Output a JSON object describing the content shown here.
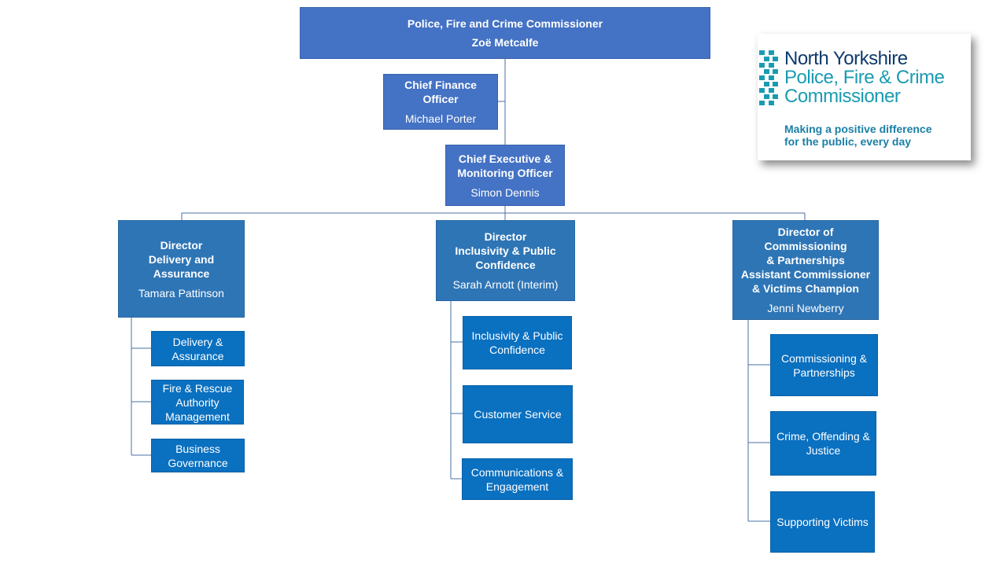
{
  "org_chart": {
    "commissioner": {
      "title": "Police, Fire and Crime Commissioner",
      "name": "Zoë Metcalfe"
    },
    "cfo": {
      "title": "Chief Finance Officer",
      "name": "Michael Porter"
    },
    "chief_exec": {
      "title": "Chief Executive &\nMonitoring Officer",
      "name": "Simon Dennis"
    },
    "directors": [
      {
        "title": "Director\nDelivery and Assurance",
        "name": "Tamara Pattinson",
        "teams": [
          "Delivery &\nAssurance",
          "Fire & Rescue\nAuthority\nManagement",
          "Business\nGovernance"
        ]
      },
      {
        "title": "Director\nInclusivity & Public\nConfidence",
        "name": "Sarah Arnott  (Interim)",
        "teams": [
          "Inclusivity & Public\nConfidence",
          "Customer Service",
          "Communications &\nEngagement"
        ]
      },
      {
        "title": "Director of Commissioning\n& Partnerships\nAssistant Commissioner\n& Victims Champion",
        "name": "Jenni Newberry",
        "teams": [
          "Commissioning &\nPartnerships",
          "Crime, Offending &\nJustice",
          "Supporting  Victims"
        ]
      }
    ]
  },
  "logo": {
    "line1": "North Yorkshire",
    "line2": "Police, Fire & Crime",
    "line3": "Commissioner",
    "tagline1": "Making a positive difference",
    "tagline2": "for the public, every day"
  },
  "colors": {
    "top_box": "#4472C4",
    "director_box": "#2E75B6",
    "team_box": "#0A70C0",
    "connector": "#4a6fa5",
    "logo_navy": "#0e3b6b",
    "logo_teal": "#1a9bb2"
  }
}
